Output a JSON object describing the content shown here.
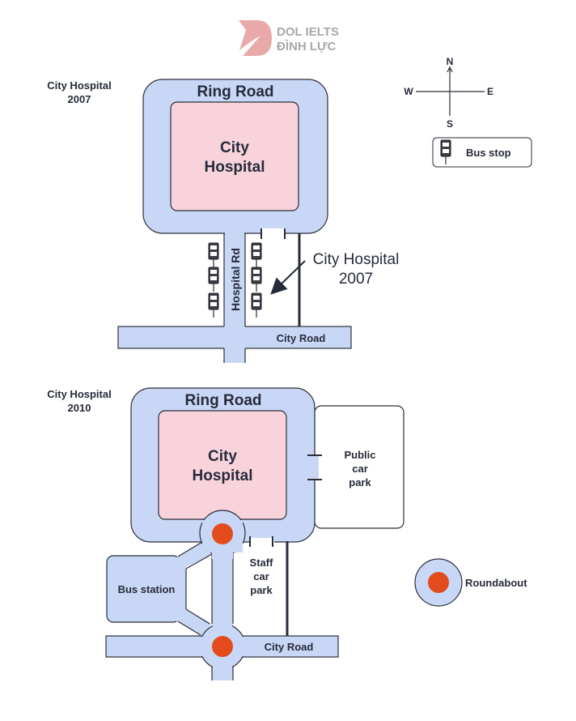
{
  "logo": {
    "line1": "DOL IELTS",
    "line2": "ĐÌNH LỰC",
    "color": "#e8a0a0"
  },
  "map_2007": {
    "title_line1": "City Hospital",
    "title_line2": "2007",
    "ring_road": "Ring Road",
    "hospital_line1": "City",
    "hospital_line2": "Hospital",
    "hospital_rd": "Hospital Rd",
    "city_road": "City Road",
    "callout_line1": "City Hospital",
    "callout_line2": "2007",
    "bus_stops_west": 3,
    "bus_stops_east": 3
  },
  "map_2010": {
    "title_line1": "City Hospital",
    "title_line2": "2010",
    "ring_road": "Ring Road",
    "hospital_line1": "City",
    "hospital_line2": "Hospital",
    "public_car_park": [
      "Public",
      "car",
      "park"
    ],
    "staff_car_park": [
      "Staff",
      "car",
      "park"
    ],
    "bus_station": "Bus station",
    "city_road": "City Road"
  },
  "compass": {
    "n": "N",
    "s": "S",
    "e": "E",
    "w": "W"
  },
  "legend": {
    "bus_stop": "Bus stop",
    "roundabout": "Roundabout"
  },
  "colors": {
    "road": "#c8d7f5",
    "hospital": "#f9d3dc",
    "roundabout": "#e34b1c",
    "ink": "#262b3a"
  }
}
